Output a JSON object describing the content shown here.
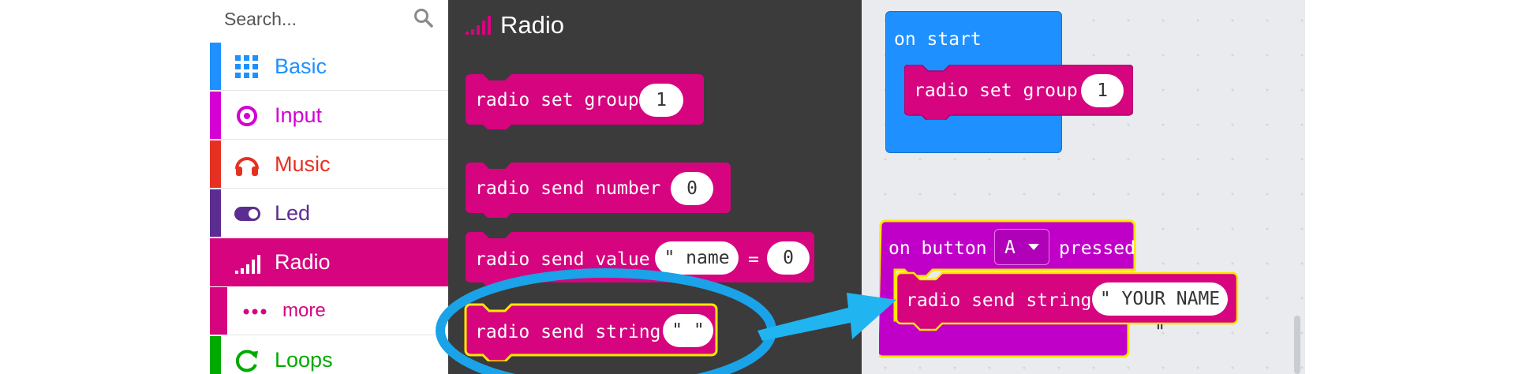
{
  "search": {
    "placeholder": "Search..."
  },
  "categories": [
    {
      "label": "Basic",
      "color": "#1e90ff",
      "icon": "grid-icon"
    },
    {
      "label": "Input",
      "color": "#d400d4",
      "icon": "target-icon"
    },
    {
      "label": "Music",
      "color": "#e63022",
      "icon": "headphones-icon"
    },
    {
      "label": "Led",
      "color": "#5c2d91",
      "icon": "toggle-icon"
    },
    {
      "label": "Radio",
      "color": "#e3008c",
      "icon": "signal-bars-icon"
    },
    {
      "label": "more",
      "color": "#e3008c",
      "icon": "dots-icon"
    },
    {
      "label": "Loops",
      "color": "#00aa00",
      "icon": "loop-arrow-icon"
    }
  ],
  "flyout": {
    "title": "Radio",
    "blocks": [
      {
        "text": "radio set group",
        "value": "1"
      },
      {
        "text": "radio send number",
        "value": "0"
      },
      {
        "text_before": "radio send value",
        "name_value": "\" name \"",
        "equals": "=",
        "value": "0"
      },
      {
        "text": "radio send string",
        "value": "\"   \""
      }
    ]
  },
  "workspace": {
    "on_start": {
      "label": "on start",
      "inner_text": "radio set group",
      "inner_value": "1"
    },
    "on_button": {
      "label_before": "on button",
      "button": "A",
      "label_after": "pressed",
      "inner_text": "radio send string",
      "inner_value": "\" YOUR NAME \""
    }
  },
  "colors": {
    "radio": "#d6047f",
    "basic_block": "#1e90ff",
    "input_block": "#c000c8",
    "flyout_bg": "#3b3b3b",
    "highlight_ring": "#1aa3e8",
    "arrow": "#20b5f0",
    "selected_outline": "#ffe600"
  }
}
